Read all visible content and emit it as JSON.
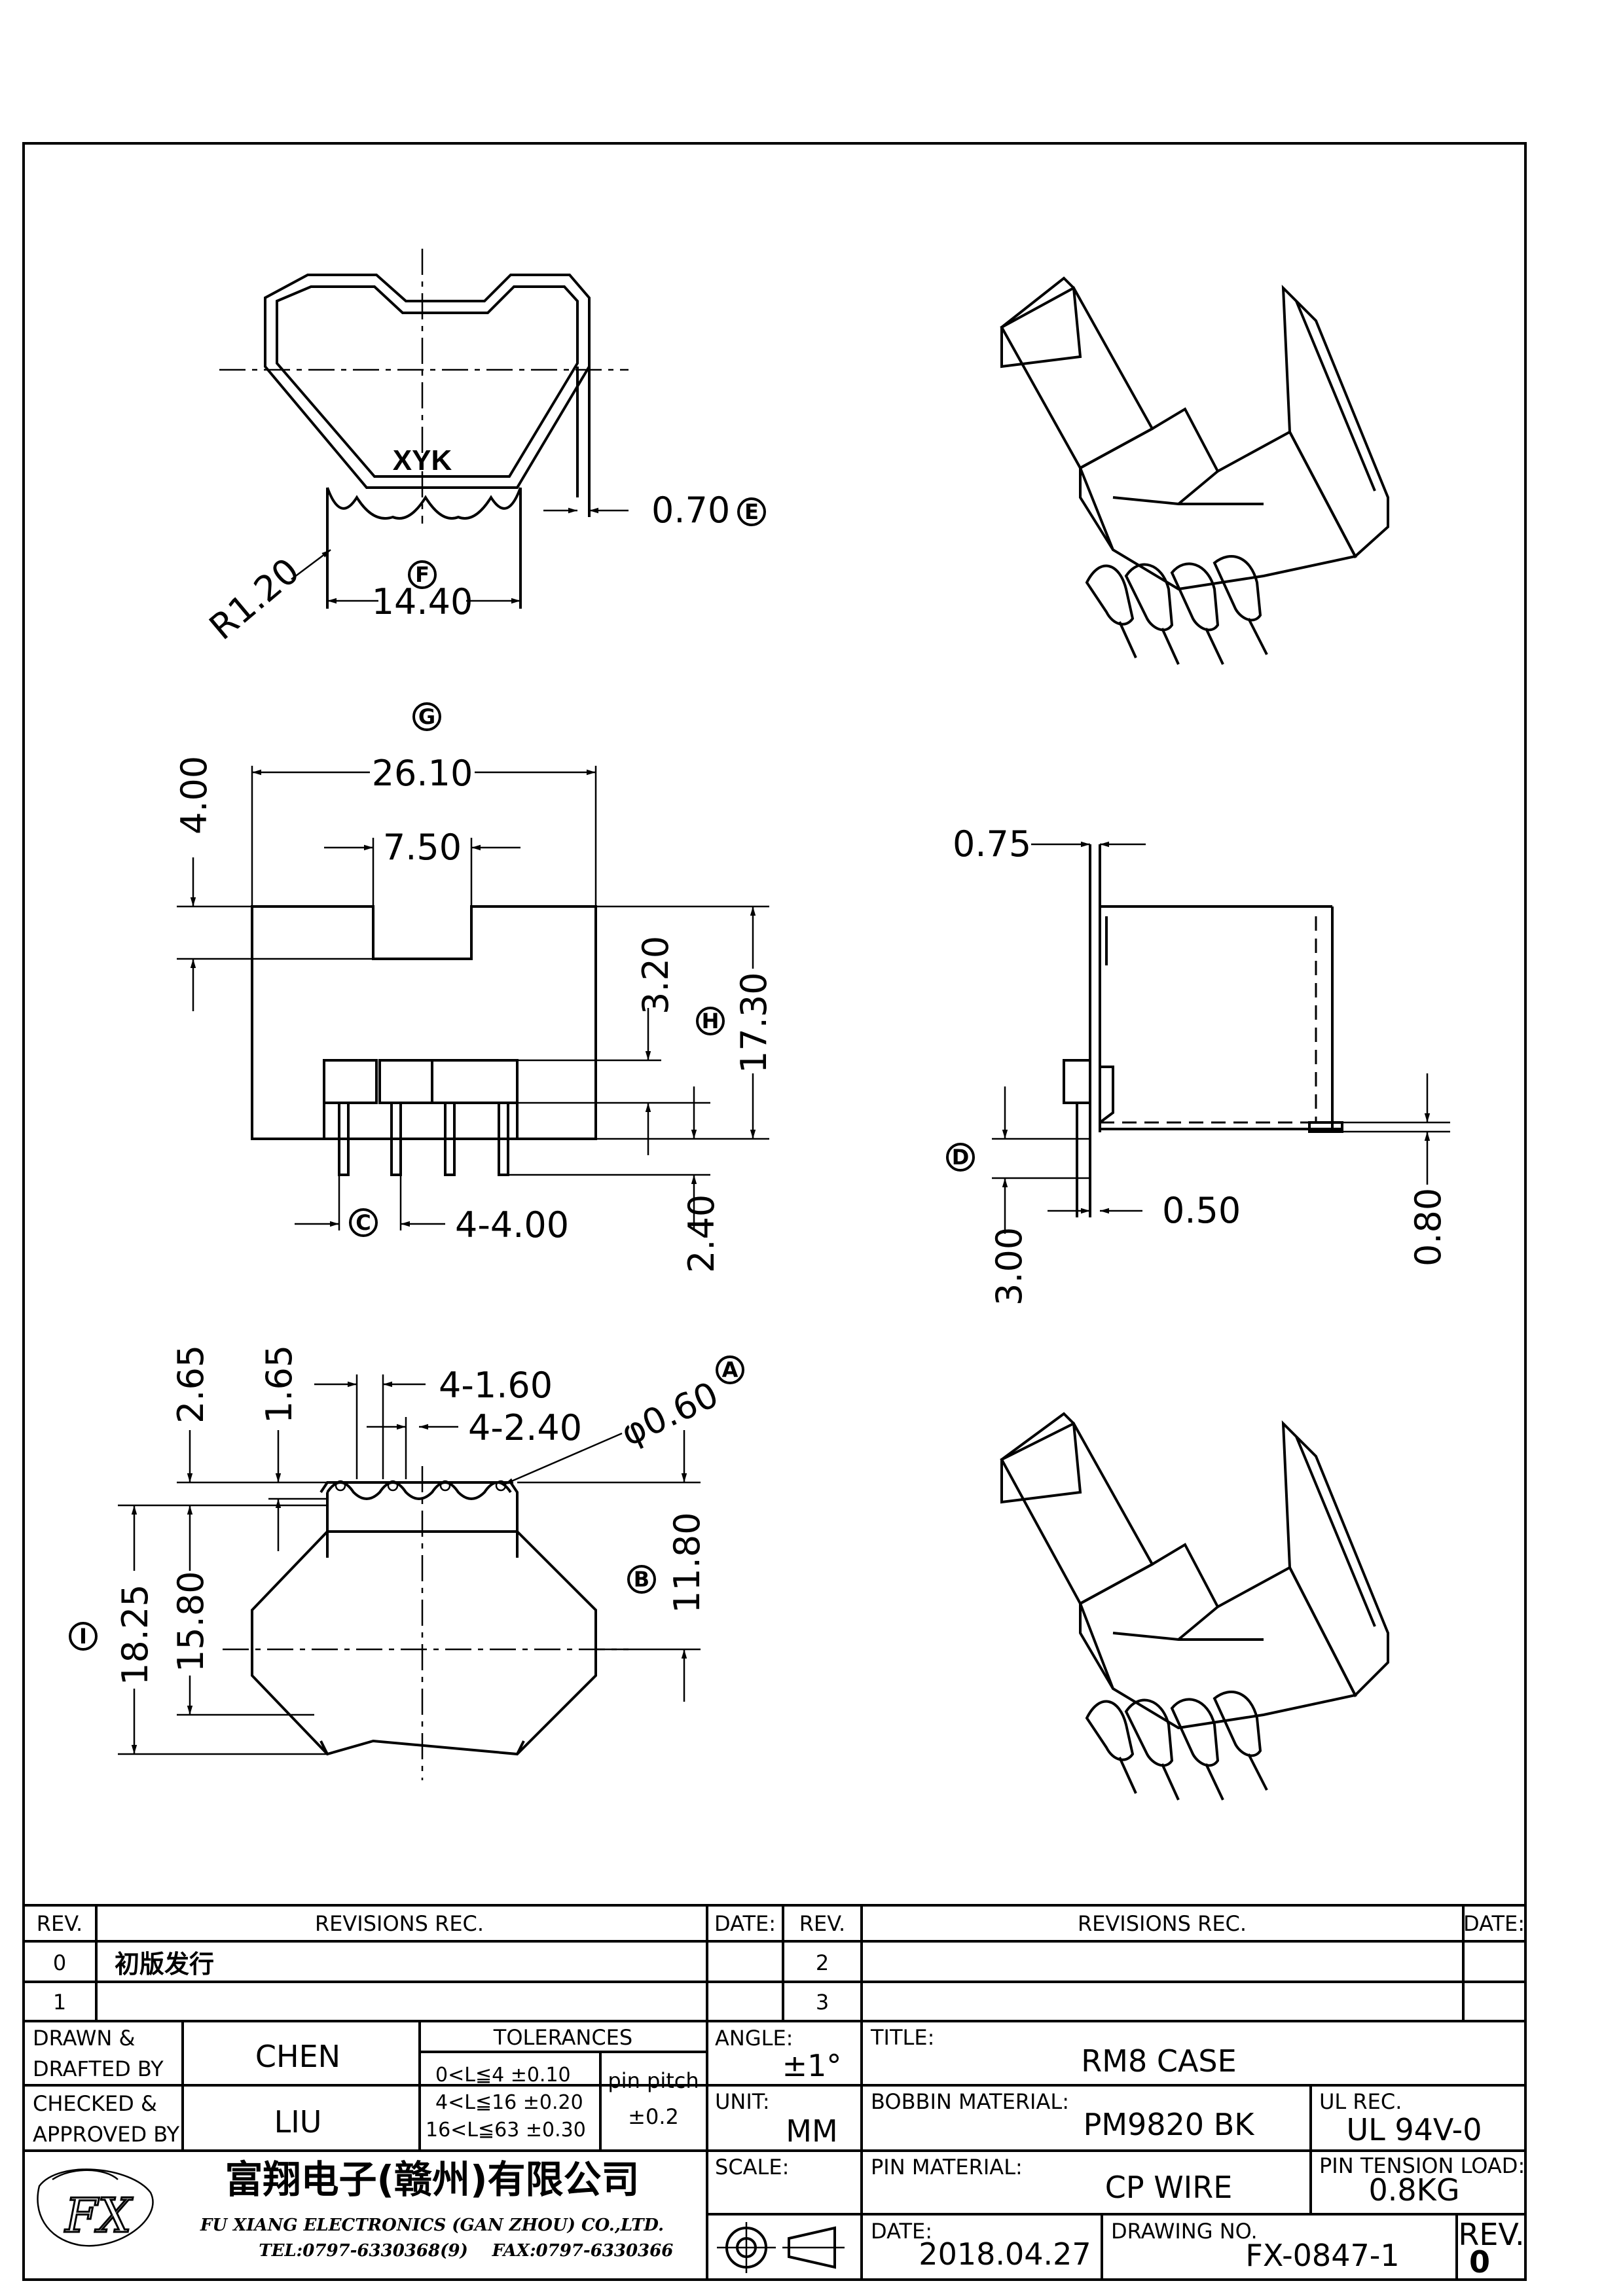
{
  "top_view": {
    "mark": "XYK",
    "dim_radius": "R1.20",
    "dim_width": "14.40",
    "dim_thickness": "0.70",
    "ref_e": "E",
    "ref_f": "F"
  },
  "front_view": {
    "ref_g": "G",
    "dim_overall_width": "26.10",
    "dim_slot_width": "7.50",
    "dim_slot_depth": "4.00",
    "dim_pin_zone": "3.20",
    "ref_h": "H",
    "dim_height": "17.30",
    "dim_pin_length": "2.40",
    "ref_c": "C",
    "dim_pin_pitch": "4-4.00"
  },
  "side_view": {
    "dim_wall": "0.75",
    "ref_d": "D",
    "dim_pin_offset": "3.00",
    "dim_wire": "0.50",
    "dim_foot": "0.80"
  },
  "bottom_view": {
    "dim_265": "2.65",
    "dim_165": "1.65",
    "dim_slot_a": "4-1.60",
    "dim_slot_b": "4-2.40",
    "dim_hole": "φ0.60",
    "ref_a": "A",
    "ref_b": "B",
    "dim_1180": "11.80",
    "ref_i": "I",
    "dim_1825": "18.25",
    "dim_1580": "15.80"
  },
  "title_block": {
    "rev_header": "REV.",
    "revisions_header": "REVISIONS   REC.",
    "date_header": "DATE:",
    "revisions": [
      {
        "rev": "0",
        "text": "初版发行"
      },
      {
        "rev": "1",
        "text": ""
      }
    ],
    "revisions_right": [
      {
        "rev": "2",
        "text": ""
      },
      {
        "rev": "3",
        "text": ""
      }
    ],
    "drawn_label_1": "DRAWN &",
    "drawn_label_2": "DRAFTED BY",
    "drawn_value": "CHEN",
    "checked_label_1": "CHECKED &",
    "checked_label_2": "APPROVED BY",
    "checked_value": "LIU",
    "tolerances_label": "TOLERANCES",
    "tol_1": "0<L≦4   ±0.10",
    "tol_2": "4<L≦16  ±0.20",
    "tol_3": "16<L≦63 ±0.30",
    "pin_pitch_label": "pin pitch",
    "pin_pitch_value": "±0.2",
    "angle_label": "ANGLE:",
    "angle_value": "±1°",
    "unit_label": "UNIT:",
    "unit_value": "MM",
    "scale_label": "SCALE:",
    "title_label": "TITLE:",
    "title_value": "RM8 CASE",
    "bobbin_label": "BOBBIN MATERIAL:",
    "bobbin_value": "PM9820 BK",
    "ul_label": "UL REC.",
    "ul_value": "UL 94V-0",
    "pin_material_label": "PIN MATERIAL:",
    "pin_material_value": "CP WIRE",
    "pin_tension_label": "PIN TENSION LOAD:",
    "pin_tension_value": "0.8KG",
    "date_label": "DATE:",
    "date_value": "2018.04.27",
    "drawing_no_label": "DRAWING NO.",
    "drawing_no_value": "FX-0847-1",
    "rev_label": "REV.",
    "rev_value": "0",
    "company_cn": "富翔电子(赣州)有限公司",
    "company_en": "FU XIANG ELECTRONICS (GAN ZHOU) CO.,LTD.",
    "company_tel": "TEL:0797-6330368(9)",
    "company_fax": "FAX:0797-6330366"
  }
}
